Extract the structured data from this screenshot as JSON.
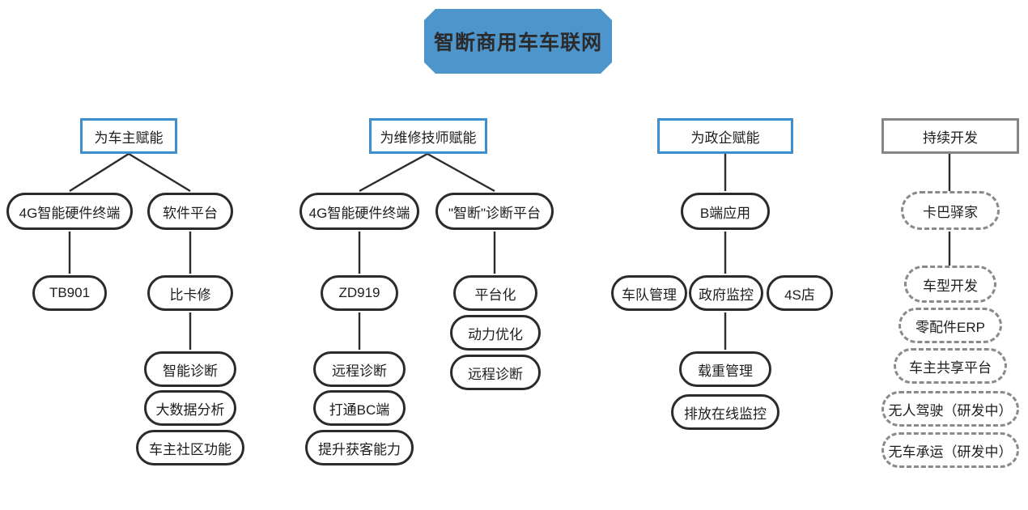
{
  "title": {
    "label": "智断商用车车联网",
    "fill": "#4e95cc"
  },
  "colors": {
    "header_border_blue": "#3d8fd0",
    "header_border_gray": "#868686",
    "pill_border": "#2b2b2b",
    "pill_border_dashed": "#8a8a8a",
    "connector": "#2b2b2b",
    "background": "#ffffff"
  },
  "columns": [
    {
      "header": "为车主赋能",
      "header_style": "blue",
      "branches": [
        {
          "root": "4G智能硬件终端",
          "chain": [
            "TB901"
          ],
          "extras": []
        },
        {
          "root": "软件平台",
          "chain": [
            "比卡修",
            "智能诊断"
          ],
          "extras": [
            "大数据分析",
            "车主社区功能"
          ]
        }
      ]
    },
    {
      "header": "为维修技师赋能",
      "header_style": "blue",
      "branches": [
        {
          "root": "4G智能硬件终端",
          "chain": [
            "ZD919",
            "远程诊断"
          ],
          "extras": [
            "打通BC端",
            "提升获客能力"
          ]
        },
        {
          "root": "\"智断\"诊断平台",
          "chain": [
            "平台化"
          ],
          "extras": [
            "动力优化",
            "远程诊断"
          ]
        }
      ]
    },
    {
      "header": "为政企赋能",
      "header_style": "blue",
      "branches": [
        {
          "root": "B端应用",
          "siblings": [
            "车队管理",
            "政府监控",
            "4S店"
          ],
          "chain": [
            "载重管理"
          ],
          "extras": [
            "排放在线监控"
          ]
        }
      ]
    },
    {
      "header": "持续开发",
      "header_style": "gray",
      "branches": [
        {
          "root": "卡巴驿家",
          "chain": [
            "车型开发"
          ],
          "extras": [
            "零配件ERP",
            "车主共享平台",
            "无人驾驶（研发中）",
            "无车承运（研发中）"
          ]
        }
      ]
    }
  ],
  "nodes": {
    "title": "智断商用车车联网",
    "c1_header": "为车主赋能",
    "c1_a": "4G智能硬件终端",
    "c1_a1": "TB901",
    "c1_b": "软件平台",
    "c1_b1": "比卡修",
    "c1_b2": "智能诊断",
    "c1_b3": "大数据分析",
    "c1_b4": "车主社区功能",
    "c2_header": "为维修技师赋能",
    "c2_a": "4G智能硬件终端",
    "c2_a1": "ZD919",
    "c2_a2": "远程诊断",
    "c2_a3": "打通BC端",
    "c2_a4": "提升获客能力",
    "c2_b": "\"智断\"诊断平台",
    "c2_b1": "平台化",
    "c2_b2": "动力优化",
    "c2_b3": "远程诊断",
    "c3_header": "为政企赋能",
    "c3_a": "B端应用",
    "c3_s1": "车队管理",
    "c3_s2": "政府监控",
    "c3_s3": "4S店",
    "c3_b1": "载重管理",
    "c3_b2": "排放在线监控",
    "c4_header": "持续开发",
    "c4_a": "卡巴驿家",
    "c4_b": "车型开发",
    "c4_c": "零配件ERP",
    "c4_d": "车主共享平台",
    "c4_e": "无人驾驶（研发中）",
    "c4_f": "无车承运（研发中）"
  }
}
